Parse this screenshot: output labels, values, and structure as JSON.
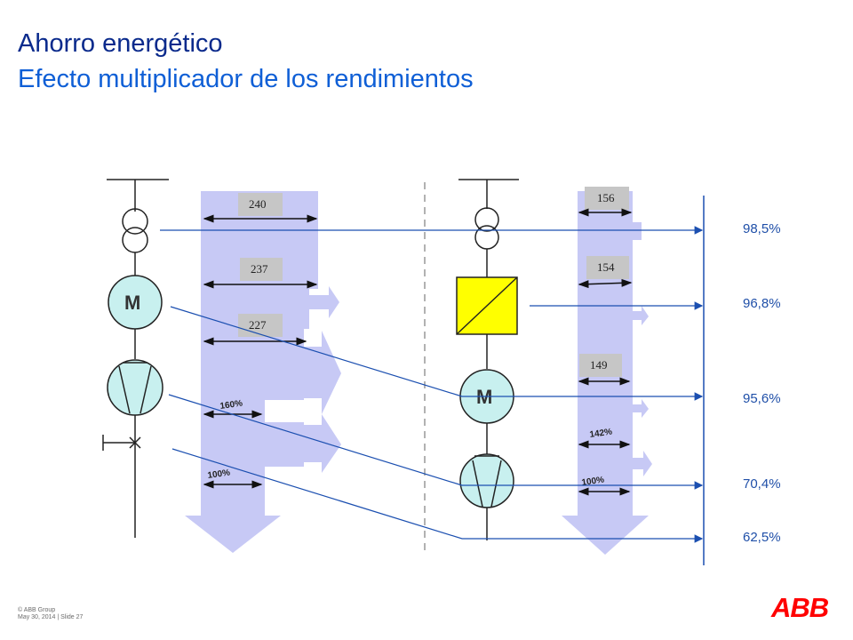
{
  "slide": {
    "title": "Ahorro energético",
    "subtitle": "Efecto multiplicador de los rendimientos"
  },
  "diagram": {
    "left_values": [
      "240",
      "237",
      "227"
    ],
    "left_percents": [
      "160%",
      "100%"
    ],
    "right_values": [
      "156",
      "154",
      "149"
    ],
    "right_percents": [
      "142%",
      "100%"
    ],
    "motor_label": "M",
    "efficiencies": [
      "98,5%",
      "96,8%",
      "95,6%",
      "70,4%",
      "62,5%"
    ],
    "colors": {
      "flow_fill": "#c7c9f5",
      "line": "#1b4fb0",
      "component_fill": "#c8f0ef",
      "inverter_fill": "#ffff00",
      "logo": "#ff0000"
    }
  },
  "footer": {
    "copyright": "© ABB Group",
    "date_slide": "May 30, 2014 | Slide 27",
    "logo": "ABB"
  }
}
